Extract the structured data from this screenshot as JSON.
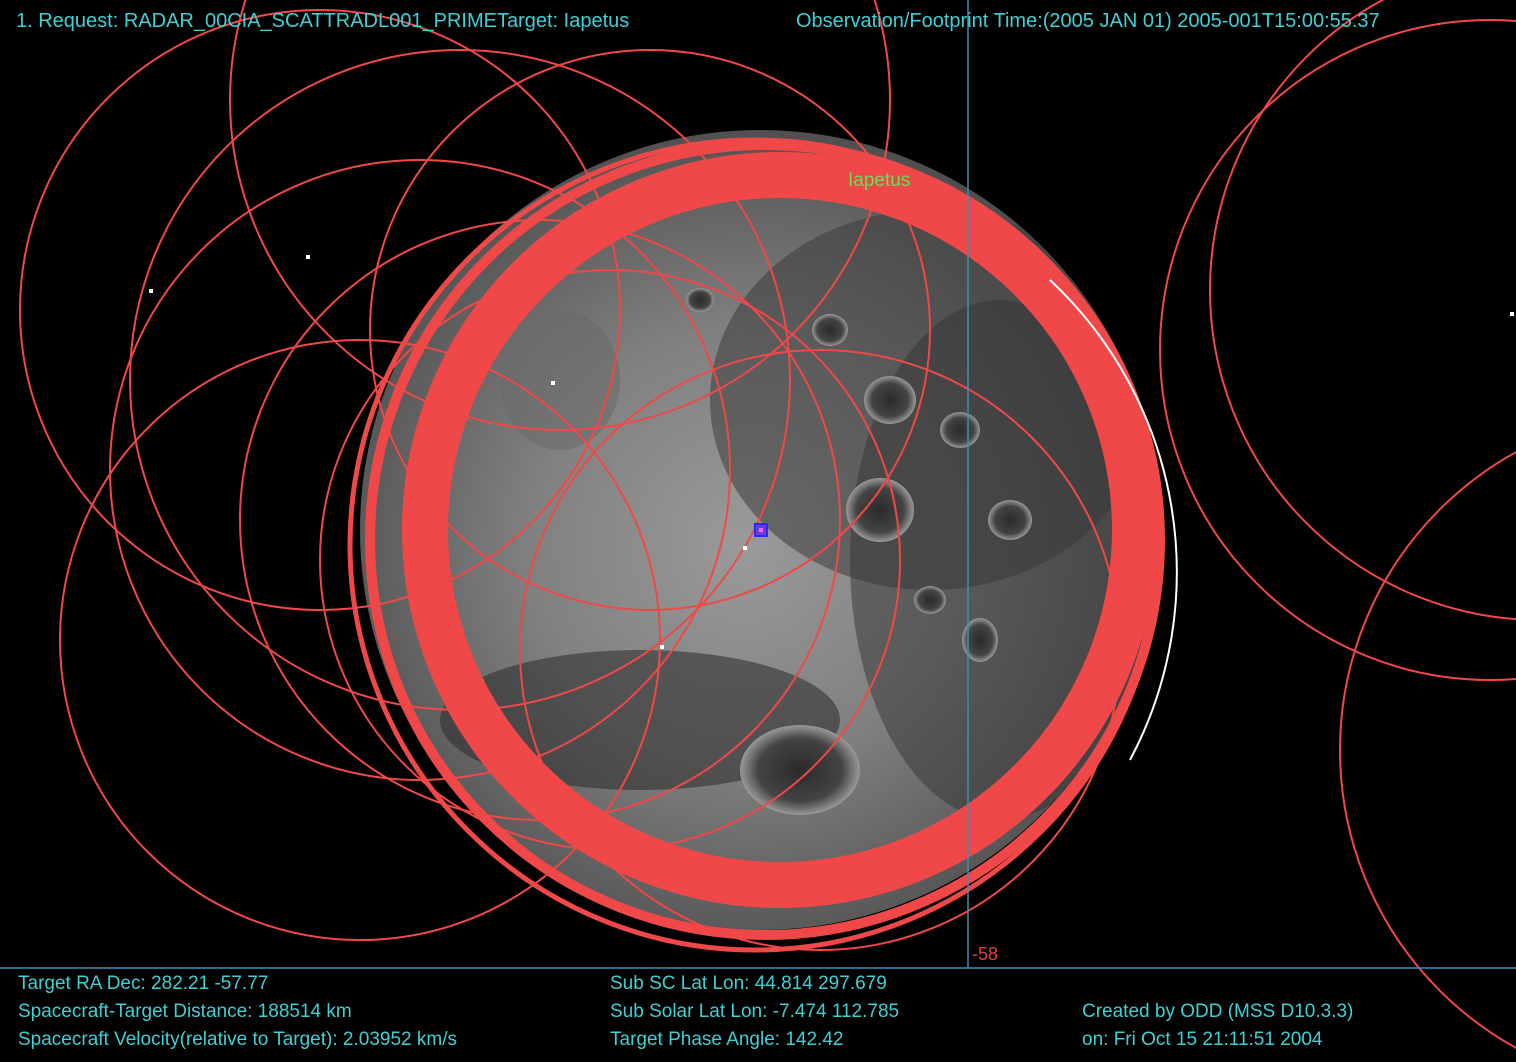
{
  "header": {
    "request": "1. Request: RADAR_00CIA_SCATTRADL001_PRIMETarget: Iapetus",
    "observation": "Observation/Footprint Time:(2005 JAN 01) 2005-001T15:00:55.37"
  },
  "target_label": "Iapetus",
  "axis_tick": "-58",
  "footer": {
    "left": [
      "Target RA Dec: 282.21  -57.77",
      "Spacecraft-Target Distance:  188514 km",
      "Spacecraft Velocity(relative to Target): 2.03952 km/s"
    ],
    "middle": [
      "Sub SC Lat Lon: 44.814  297.679",
      "Sub Solar Lat Lon: -7.474  112.785",
      "Target Phase Angle: 142.42"
    ],
    "right": [
      "Created by ODD (MSS D10.3.3)",
      "on: Fri Oct 15 21:11:51 2004"
    ]
  },
  "colors": {
    "background": "#000000",
    "text": "#3fd0d4",
    "footprint": "#f04848",
    "target_label": "#64e05a",
    "grid_line": "#3a8fb8"
  },
  "icons": [
    "boresight-marker-icon",
    "star-marker-icon"
  ]
}
